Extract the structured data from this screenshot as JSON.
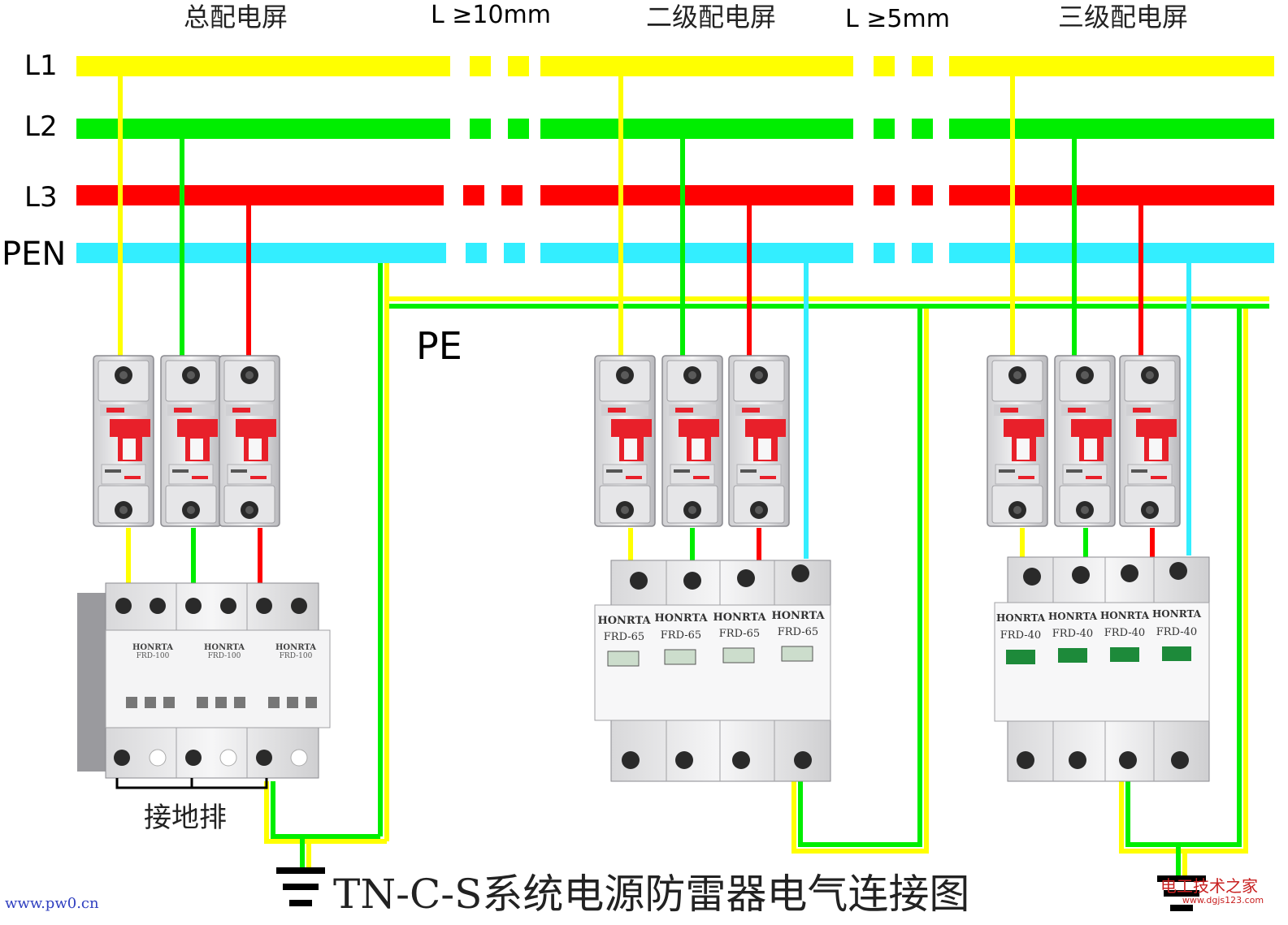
{
  "header": {
    "main_panel": "总配电屏",
    "dist1": "L  ≥10mm",
    "second_panel": "二级配电屏",
    "dist2": "L  ≥5mm",
    "third_panel": "三级配电屏"
  },
  "buses": {
    "l1": "L1",
    "l2": "L2",
    "l3": "L3",
    "pen": "PEN",
    "pe": "PE"
  },
  "colors": {
    "l1": "#ffff00",
    "l2": "#00ee00",
    "l3": "#ff0000",
    "pen": "#33eeff",
    "breaker_red": "#e8202a"
  },
  "devices": {
    "spd1_brand": "HONRTA",
    "spd1_model": "FRD-100",
    "spd2_brand": "HONRTA",
    "spd2_model": "FRD-65",
    "spd3_brand": "HONRTA",
    "spd3_model": "FRD-40"
  },
  "ground_bar": "接地排",
  "title": "TN-C-S系统电源防雷器电气连接图",
  "watermark_left": "www.pw0.cn",
  "watermark_right_cn": "电工技术之家",
  "watermark_right_url": "www.dgjs123.com"
}
